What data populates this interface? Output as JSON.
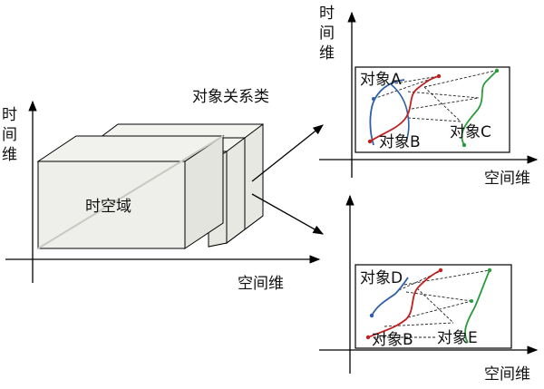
{
  "main": {
    "axis_time": "时间维",
    "axis_space": "空间维",
    "cube_label": "时空域",
    "relation_label": "对象关系类"
  },
  "top_panel": {
    "axis_time": "时间维",
    "axis_space": "空间维",
    "objects": [
      "对象A",
      "对象B",
      "对象C"
    ]
  },
  "bottom_panel": {
    "axis_space": "空间维",
    "objects": [
      "对象D",
      "对象B",
      "对象E"
    ]
  },
  "colors": {
    "object_blue": "#2f5fa8",
    "object_red": "#c0201e",
    "object_green": "#2a9a3a",
    "cube_face": "#eeeeea",
    "outline": "#000000"
  }
}
